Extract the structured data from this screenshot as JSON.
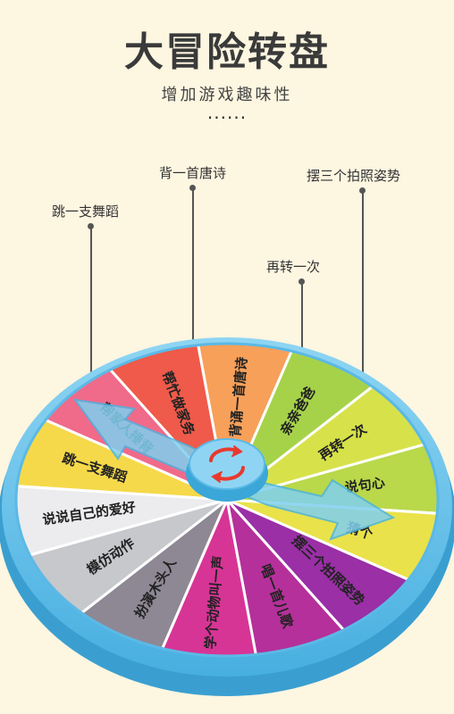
{
  "header": {
    "title": "大冒险转盘",
    "subtitle": "增加游戏趣味性",
    "dots": "......"
  },
  "callouts": [
    {
      "text": "跳一支舞蹈"
    },
    {
      "text": "背一首唐诗"
    },
    {
      "text": "摆三个拍照姿势"
    },
    {
      "text": "再转一次"
    }
  ],
  "wheel": {
    "segments": [
      {
        "text": "跳一支舞蹈",
        "color": "#f5d94a"
      },
      {
        "text": "帮家人捶背",
        "color": "#f06a8a"
      },
      {
        "text": "帮忙做家务",
        "color": "#ef5a4a"
      },
      {
        "text": "背诵一首唐诗",
        "color": "#f7a05a"
      },
      {
        "text": "亲亲爸爸",
        "color": "#a6d24a"
      },
      {
        "text": "再转一次",
        "color": "#d7e24a"
      },
      {
        "text": "说句心",
        "color": "#b9d84a"
      },
      {
        "text": "猜个",
        "color": "#e9e24a"
      },
      {
        "text": "摆三个拍照姿势",
        "color": "#9a2fa6"
      },
      {
        "text": "唱一首儿歌",
        "color": "#b5309a"
      },
      {
        "text": "学个动物叫一声",
        "color": "#d63596"
      },
      {
        "text": "扮演木头人",
        "color": "#8d8894"
      },
      {
        "text": "模仿动作",
        "color": "#c6c8cc"
      },
      {
        "text": "说说自己的爱好",
        "color": "#ececee"
      }
    ],
    "colors": {
      "rim": "#63c1ea",
      "rim_dark": "#3aa7d8",
      "pointer": "#7fd0f0",
      "arrows": "#e8392f"
    }
  }
}
